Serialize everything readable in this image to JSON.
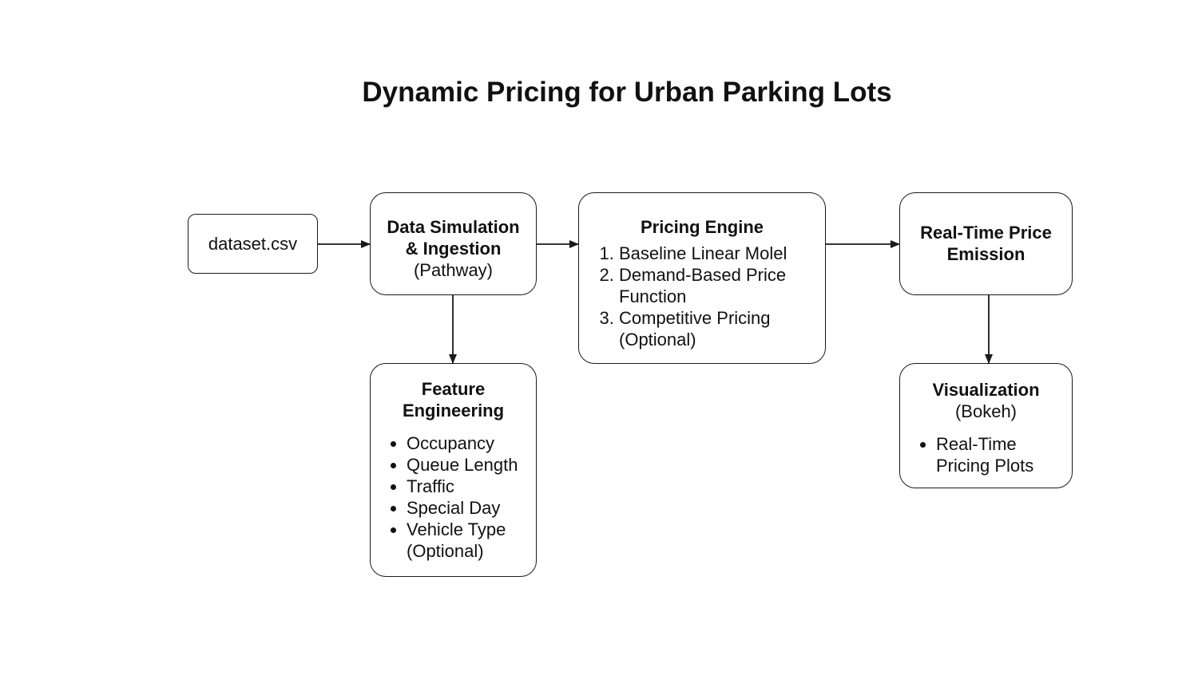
{
  "title": "Dynamic Pricing for Urban Parking Lots",
  "nodes": {
    "dataset": {
      "label": "dataset.csv"
    },
    "ingest": {
      "line1": "Data Simulation",
      "line2": "& Ingestion",
      "sub": "(Pathway)"
    },
    "engine": {
      "heading": "Pricing Engine",
      "items": [
        "Baseline Linear Molel",
        "Demand-Based Price Function",
        "Competitive Pricing (Optional)"
      ]
    },
    "emission": {
      "line1": "Real-Time Price",
      "line2": "Emission"
    },
    "feature": {
      "line1": "Feature",
      "line2": "Engineering",
      "items": [
        "Occupancy",
        "Queue Length",
        "Traffic",
        "Special Day",
        "Vehicle Type (Optional)"
      ]
    },
    "viz": {
      "heading": "Visualization",
      "sub": "(Bokeh)",
      "items": [
        "Real-Time Pricing Plots"
      ]
    }
  },
  "colors": {
    "stroke": "#1a1a1a",
    "text": "#111111",
    "background": "#ffffff"
  }
}
